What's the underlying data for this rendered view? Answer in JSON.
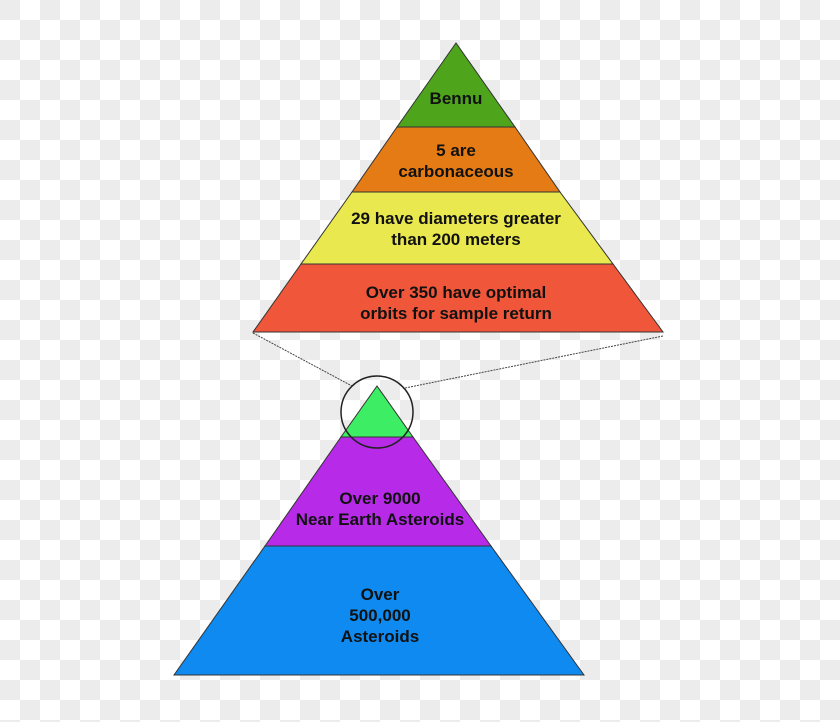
{
  "diagram": {
    "top_pyramid": {
      "levels": [
        {
          "label": "Bennu",
          "color": "#4ea51c"
        },
        {
          "label": "5 are\ncarbonaceous",
          "color": "#e57b14"
        },
        {
          "label": "29 have diameters greater\nthan 200 meters",
          "color": "#e9e84e"
        },
        {
          "label": "Over 350 have optimal\norbits for sample return",
          "color": "#f0573a"
        }
      ]
    },
    "bottom_pyramid": {
      "levels": [
        {
          "label": "",
          "color": "#3ded63"
        },
        {
          "label": "Over 9000\nNear Earth Asteroids",
          "color": "#b72be8"
        },
        {
          "label": "Over\n500,000\nAsteroids",
          "color": "#0e8af0"
        }
      ]
    },
    "zoom_indicator": "circle"
  }
}
